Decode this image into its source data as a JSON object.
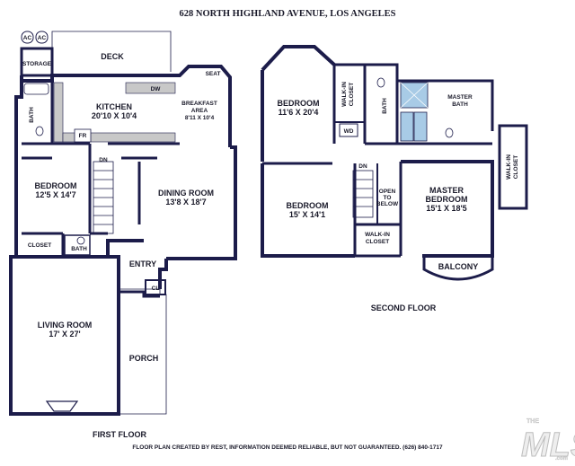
{
  "title": "628 NORTH HIGHLAND AVENUE, LOS ANGELES",
  "first_floor": {
    "caption": "FIRST FLOOR",
    "rooms": {
      "ac1": "AC",
      "ac2": "AC",
      "storage": "STORAGE",
      "deck": "DECK",
      "bath_left": "BATH",
      "kitchen_name": "KITCHEN",
      "kitchen_dim": "20'10 X 10'4",
      "dw": "DW",
      "fr": "FR",
      "seat": "SEAT",
      "breakfast_name1": "BREAKFAST",
      "breakfast_name2": "AREA",
      "breakfast_dim": "8'11 X 10'4",
      "bedroom_name": "BEDROOM",
      "bedroom_dim": "12'5 X 14'7",
      "dn": "DN",
      "dining_name": "DINING ROOM",
      "dining_dim": "13'8 X 18'7",
      "closet": "CLOSET",
      "bath_small": "BATH",
      "entry": "ENTRY",
      "cl": "CL",
      "living_name": "LIVING ROOM",
      "living_dim": "17' X 27'",
      "porch": "PORCH"
    }
  },
  "second_floor": {
    "caption": "SECOND FLOOR",
    "rooms": {
      "bedroom1_name": "BEDROOM",
      "bedroom1_dim": "11'6 X 20'4",
      "walkin1_line1": "WALK-IN",
      "walkin1_line2": "CLOSET",
      "bath": "BATH",
      "wd": "WD",
      "master_bath1": "MASTER",
      "master_bath2": "BATH",
      "bedroom2_name": "BEDROOM",
      "bedroom2_dim": "15' X 14'1",
      "dn": "DN",
      "open1": "OPEN",
      "open2": "TO",
      "open3": "BELOW",
      "walkin2_line1": "WALK-IN",
      "walkin2_line2": "CLOSET",
      "master_name1": "MASTER",
      "master_name2": "BEDROOM",
      "master_dim": "15'1 X 18'5",
      "walkin3_line1": "WALK-IN",
      "walkin3_line2": "CLOSET",
      "balcony": "BALCONY"
    }
  },
  "footer": "FLOOR PLAN CREATED BY REST, INFORMATION DEEMED RELIABLE, BUT NOT GUARANTEED. (626) 840-1717",
  "logo": {
    "the": "THE",
    "mls": "MLS",
    "com": ".com"
  },
  "colors": {
    "wall": "#1c1c4a",
    "fixture": "#c8c8c8",
    "text": "#1a1a2a",
    "logo": "#e8e8e8",
    "bathtub_blue": "#a8cbe6"
  }
}
